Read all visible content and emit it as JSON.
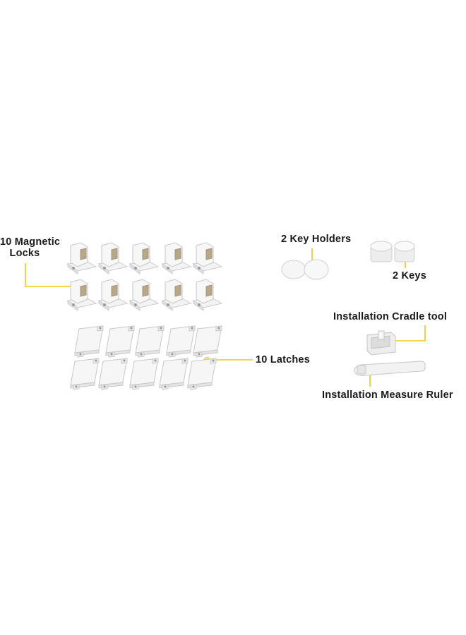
{
  "colors": {
    "background": "#ffffff",
    "callout_line": "#f5c518",
    "text": "#1a1a1a",
    "part_body": "#f2f2f2",
    "part_edge": "#c8c8c8"
  },
  "labels": {
    "magnetic_locks_line1": "10 Magnetic",
    "magnetic_locks_line2": "Locks",
    "latches": "10 Latches",
    "key_holders": "2 Key Holders",
    "keys": "2 Keys",
    "cradle_tool": "Installation Cradle tool",
    "measure_ruler": "Installation Measure Ruler"
  },
  "items": [
    {
      "name": "magnetic-lock",
      "count": 10
    },
    {
      "name": "latch",
      "count": 10
    },
    {
      "name": "key-holder",
      "count": 2
    },
    {
      "name": "key",
      "count": 2
    },
    {
      "name": "installation-cradle-tool",
      "count": 1
    },
    {
      "name": "installation-measure-ruler",
      "count": 1
    }
  ]
}
